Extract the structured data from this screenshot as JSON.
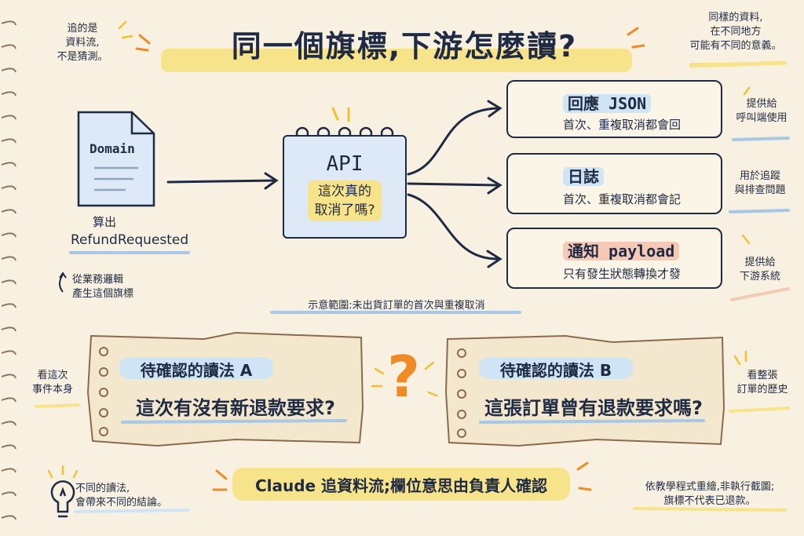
{
  "title": "同一個旗標,下游怎麼讀?",
  "corner_notes": {
    "top_left": "追的是\n資料流,\n不是猜測。",
    "top_right": "同樣的資料,\n在不同地方\n可能有不同的意義。"
  },
  "domain_doc": {
    "label": "Domain",
    "caption_line1": "算出",
    "caption_line2": "RefundRequested",
    "note": "從業務邏輯\n產生這個旗標"
  },
  "api": {
    "label": "API",
    "question": "這次真的\n取消了嗎?"
  },
  "outputs": [
    {
      "title": "回應 JSON",
      "subtitle": "首次、重複取消都會回",
      "side_note": "提供給\n呼叫端使用",
      "icon": "document-icon"
    },
    {
      "title": "日誌",
      "subtitle": "首次、重複取消都會記",
      "side_note": "用於追蹤\n與排查問題",
      "icon": "database-icon"
    },
    {
      "title": "通知 payload",
      "subtitle": "只有發生狀態轉換才發",
      "side_note": "提供給\n下游系統",
      "icon": "megaphone-icon"
    }
  ],
  "scope_note": "示意範圍:未出貨訂單的首次與重複取消",
  "reading_a": {
    "side_note": "看這次\n事件本身",
    "label": "待確認的讀法 A",
    "question": "這次有沒有新退款要求?"
  },
  "reading_b": {
    "side_note": "看整張\n訂單的歷史",
    "label": "待確認的讀法 B",
    "question": "這張訂單曾有退款要求嗎?"
  },
  "question_mark": "?",
  "bottom": {
    "left_note": "不同的讀法,\n會帶來不同的結論。",
    "center_banner": "Claude 追資料流;欄位意思由負責人確認",
    "right_note": "依教學程式重繪,非執行截圖;\n旗標不代表已退款。"
  },
  "colors": {
    "ink": "#1f2a44",
    "paper": "#f8f1e1",
    "highlight_yellow": "#f7e38a",
    "highlight_blue": "#cfe4f5",
    "highlight_pink": "#f6c9b6",
    "accent_orange": "#f08a24"
  }
}
